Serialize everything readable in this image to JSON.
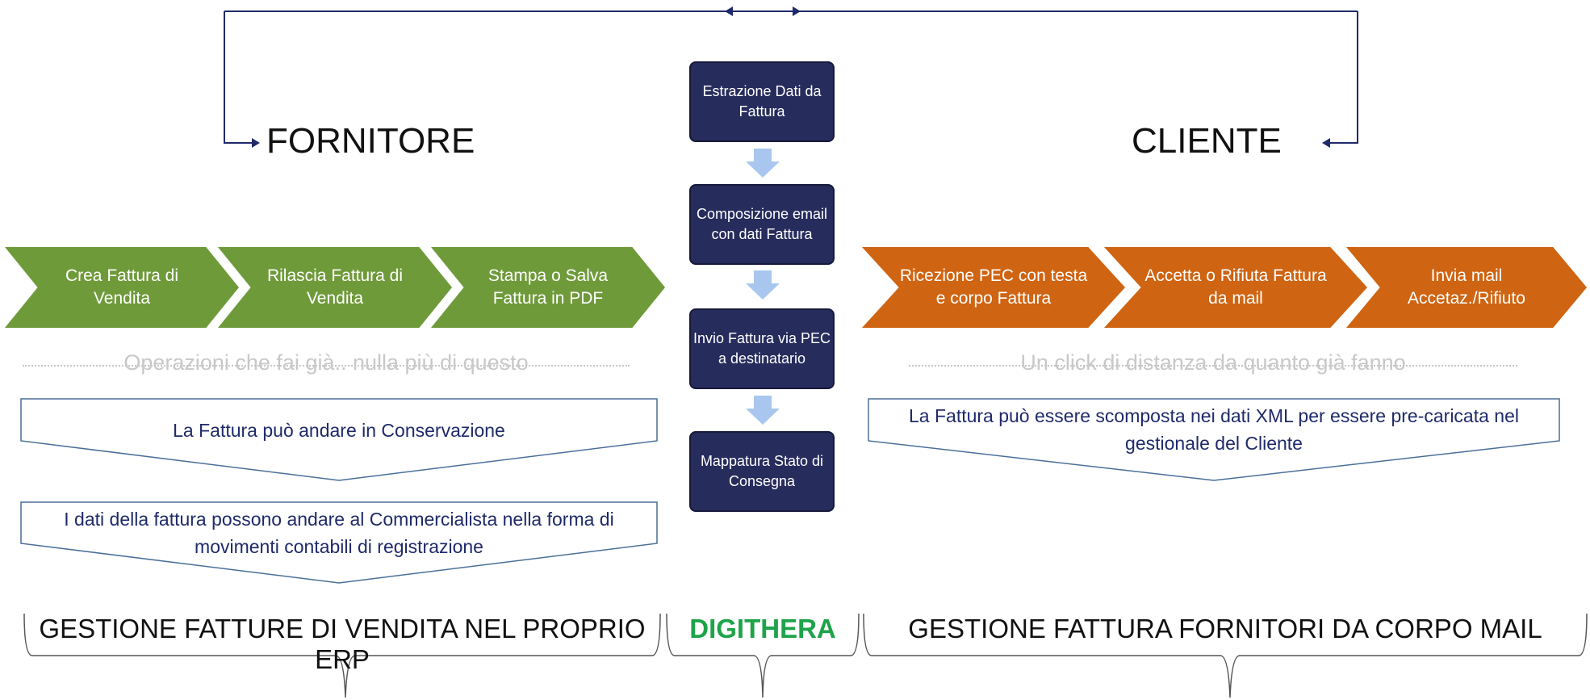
{
  "parties": {
    "supplier": "FORNITORE",
    "client": "CLIENTE"
  },
  "supplier_steps": [
    "Crea Fattura di Vendita",
    "Rilascia Fattura di Vendita",
    "Stampa o Salva Fattura in PDF"
  ],
  "client_steps": [
    "Ricezione PEC con testa e corpo Fattura",
    "Accetta o Rifiuta Fattura da mail",
    "Invia mail Accetaz./Rifiuto"
  ],
  "center_steps": [
    "Estrazione Dati da Fattura",
    "Composizione email con dati Fattura",
    "Invio Fattura via PEC a destinatario",
    "Mappatura Stato di Consegna"
  ],
  "notes": {
    "supplier": "Operazioni che fai già.. nulla più di questo",
    "client": "Un click di distanza da quanto già fanno"
  },
  "supplier_boxes": [
    "La Fattura può andare in Conservazione",
    "I dati della fattura possono andare al Commercialista nella forma di movimenti contabili di registrazione"
  ],
  "client_box": "La Fattura può essere scomposta nei dati XML per essere pre-caricata nel gestionale del Cliente",
  "bottom_labels": {
    "supplier": "GESTIONE FATTURE DI VENDITA NEL PROPRIO ERP",
    "center": "DIGITHERA",
    "client": "GESTIONE FATTURA FORNITORI DA CORPO MAIL"
  },
  "colors": {
    "green": "#6f9a3a",
    "orange": "#cf6412",
    "navy": "#262c5c",
    "brand": "#1ea34a",
    "text_blue": "#1f2a6a"
  },
  "icons": [
    "arrow-down-icon",
    "arrow-left-icon",
    "arrow-right-icon"
  ]
}
